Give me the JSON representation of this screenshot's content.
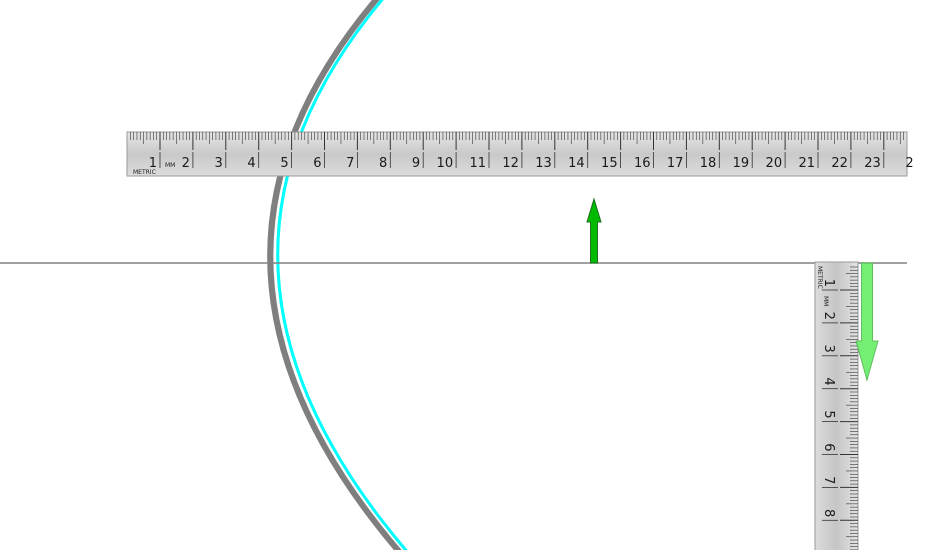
{
  "scene": {
    "background_color": "#ffffff",
    "axis_color": "#808080",
    "lens": {
      "name": "concave-lens-surface",
      "surface_color": "#00ffff",
      "shadow_color": "#7f7f7f"
    },
    "arrows": {
      "object": {
        "name": "object-arrow",
        "color": "#00bb00",
        "direction": "up"
      },
      "image": {
        "name": "image-arrow",
        "color": "#66ee66",
        "direction": "down"
      }
    }
  },
  "rulers": {
    "horizontal": {
      "units": "MM",
      "brand": "METRIC",
      "labels": [
        "1",
        "2",
        "3",
        "4",
        "5",
        "6",
        "7",
        "8",
        "9",
        "10",
        "11",
        "12",
        "13",
        "14",
        "15",
        "16",
        "17",
        "18",
        "19",
        "20",
        "21",
        "22",
        "23",
        "2"
      ]
    },
    "vertical": {
      "units": "MM",
      "brand": "METRIC",
      "labels": [
        "1",
        "2",
        "3",
        "4",
        "5",
        "6",
        "7",
        "8"
      ]
    },
    "metal_color": "#c8c8c8",
    "tick_color": "#333333"
  }
}
